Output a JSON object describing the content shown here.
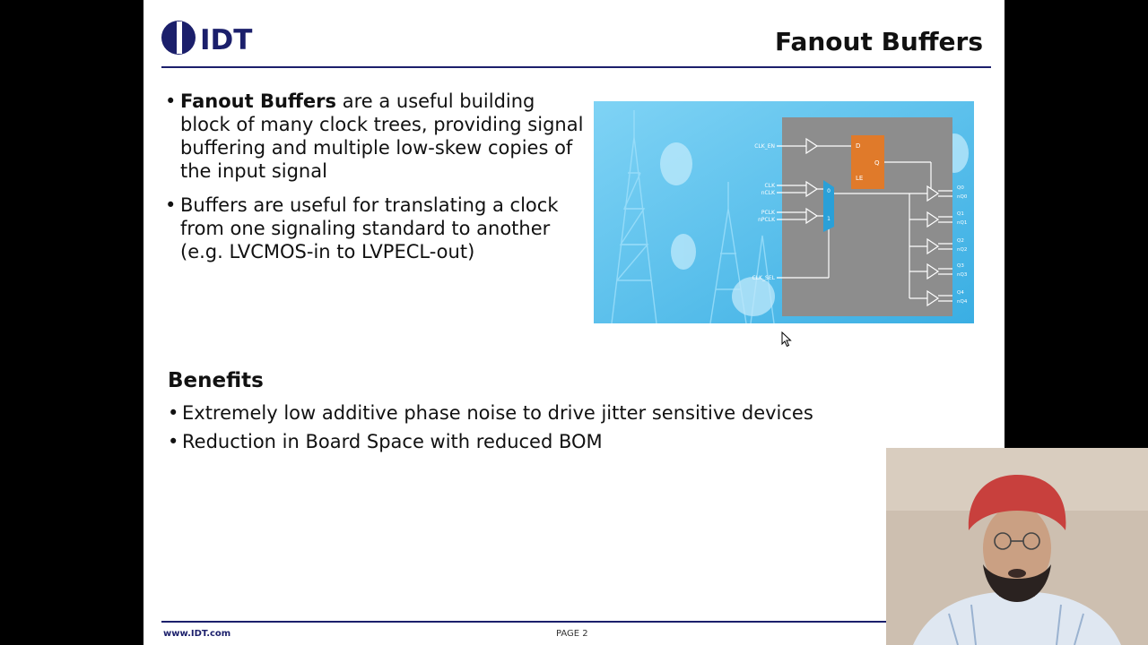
{
  "slide": {
    "logo_text": "IDT",
    "title": "Fanout Buffers",
    "bullets": [
      {
        "bold": "Fanout Buffers",
        "text": " are a useful building block of many clock trees, providing signal buffering and multiple low-skew copies of the input signal"
      },
      {
        "bold": "",
        "text": "Buffers are useful for translating a clock from one signaling standard to another (e.g. LVCMOS-in to LVPECL-out)"
      }
    ],
    "benefits_title": "Benefits",
    "benefits": [
      "Extremely low additive phase noise to drive jitter sensitive devices",
      "Reduction in Board Space with reduced BOM"
    ],
    "footer_url": "www.IDT.com",
    "footer_page": "PAGE 2"
  },
  "diagram": {
    "inputs": [
      "CLK_EN",
      "CLK",
      "nCLK",
      "PCLK",
      "nPCLK",
      "CLK_SEL"
    ],
    "latch": {
      "d": "D",
      "q": "Q",
      "le": "LE"
    },
    "mux": {
      "in0": "0",
      "in1": "1"
    },
    "outputs": [
      "Q0",
      "nQ0",
      "Q1",
      "nQ1",
      "Q2",
      "nQ2",
      "Q3",
      "nQ3",
      "Q4",
      "nQ4"
    ]
  },
  "colors": {
    "accent": "#1b1f6b",
    "latch": "#e07a2a",
    "mux": "#2aa0d8",
    "panel": "#8d8d8d",
    "sky": "#5cc0ec"
  },
  "icons": {
    "cursor": "mouse-pointer-icon",
    "logo": "idt-logo-icon"
  }
}
